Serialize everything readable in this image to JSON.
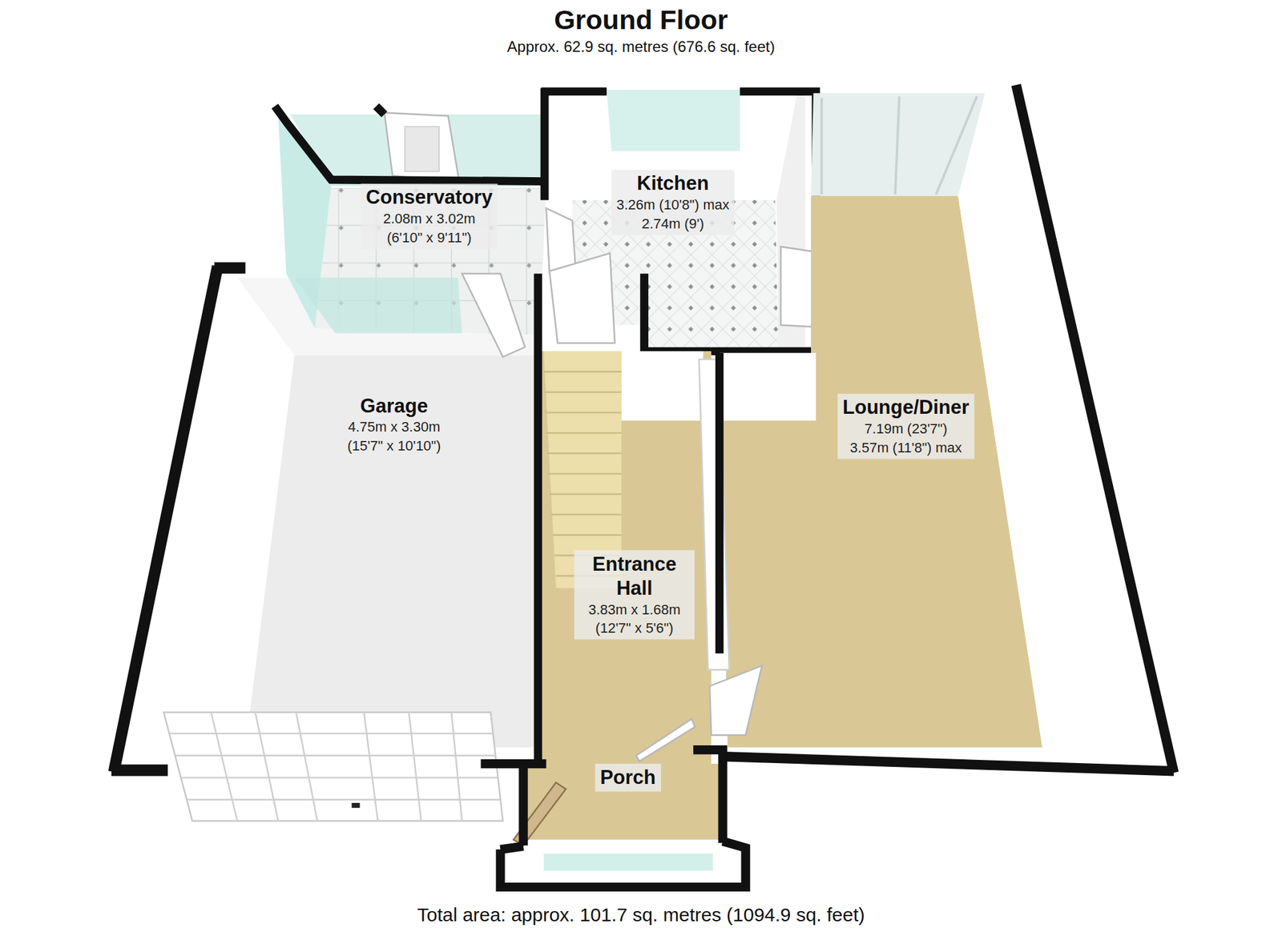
{
  "diagram": {
    "title": "Ground Floor",
    "caption": "Total area: approx. 101.7 sq. metres (1094.9 sq. feet)",
    "nodes": [
      {
        "text": [
          "Conservatory",
          "2.08m x 3.02m",
          "(6'10\" x 9'11\")"
        ]
      },
      {
        "text": [
          "Kitchen",
          "3.26m (10'8\") max",
          "2.74m (9')"
        ]
      },
      {
        "text": [
          "Garage",
          "4.75m x 3.30m",
          "(15'7\" x 10'10\")"
        ]
      },
      {
        "text": [
          "Lounge/Diner",
          "7.19m (23'7\")",
          "3.57m (11'8\") max"
        ]
      },
      {
        "text": [
          "Entrance Hall",
          "3.83m x 1.68m",
          "(12'7\" x 5'6\")"
        ]
      },
      {
        "text": [
          "Porch"
        ]
      }
    ],
    "labels": [
      "Approx. 62.9 sq. metres (676.6 sq. feet)"
    ]
  }
}
